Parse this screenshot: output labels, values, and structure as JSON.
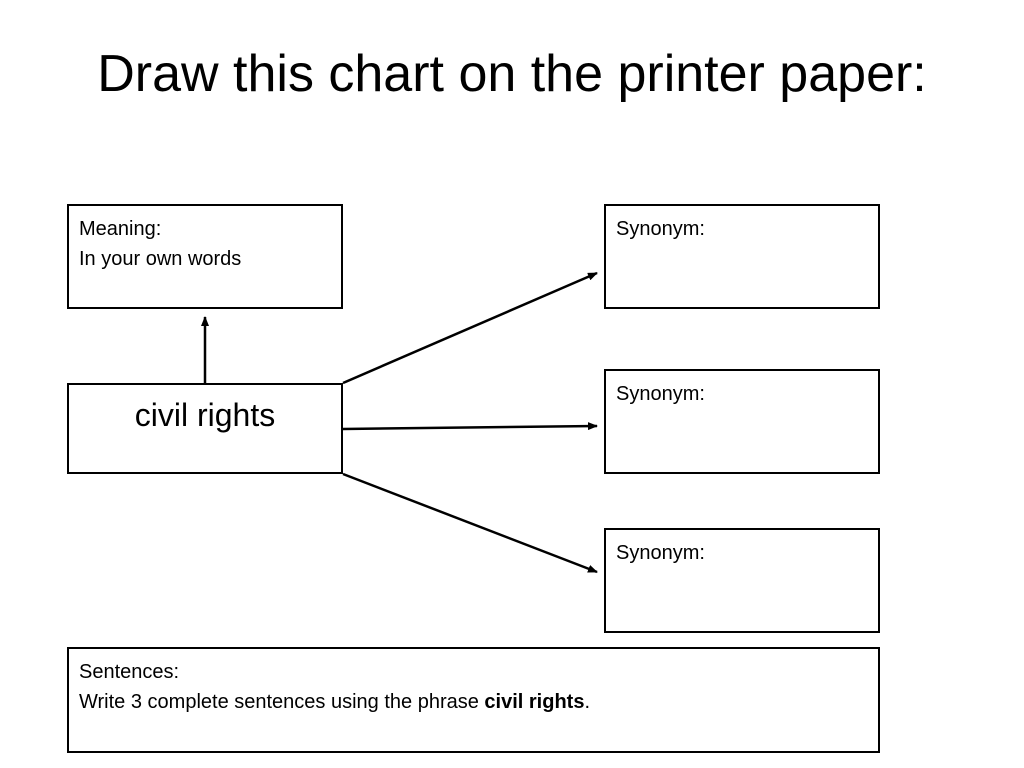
{
  "slide": {
    "title": "Draw this chart on the printer paper:"
  },
  "diagram": {
    "meaning": {
      "heading": "Meaning:",
      "subheading": "In your own words"
    },
    "center_term": "civil rights",
    "synonyms": [
      {
        "label": "Synonym:"
      },
      {
        "label": "Synonym:"
      },
      {
        "label": "Synonym:"
      }
    ],
    "sentences": {
      "heading": "Sentences:",
      "instruction_prefix": "Write 3 complete sentences using the phrase ",
      "instruction_emphasis": "civil rights",
      "instruction_suffix": "."
    }
  },
  "colors": {
    "stroke": "#000000",
    "background": "#ffffff"
  }
}
